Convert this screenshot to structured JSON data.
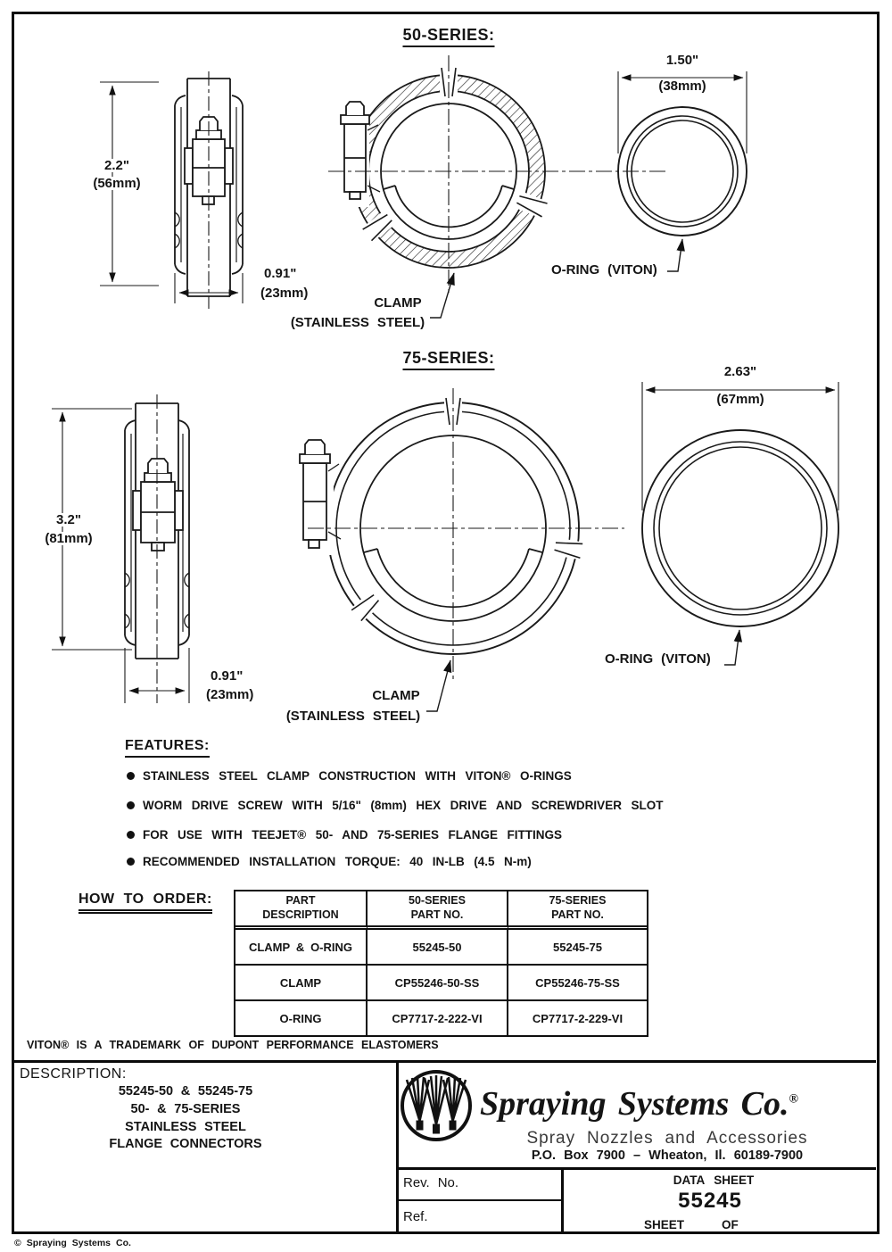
{
  "series50": {
    "title": "50-SERIES:",
    "dim_height_in": "2.2\"",
    "dim_height_mm": "(56mm)",
    "dim_width_in": "0.91\"",
    "dim_width_mm": "(23mm)",
    "clamp_label_line1": "CLAMP",
    "clamp_label_line2": "(STAINLESS STEEL)",
    "oring_label": "O-RING (VITON)",
    "oring_dim_in": "1.50\"",
    "oring_dim_mm": "(38mm)"
  },
  "series75": {
    "title": "75-SERIES:",
    "dim_height_in": "3.2\"",
    "dim_height_mm": "(81mm)",
    "dim_width_in": "0.91\"",
    "dim_width_mm": "(23mm)",
    "clamp_label_line1": "CLAMP",
    "clamp_label_line2": "(STAINLESS STEEL)",
    "oring_label": "O-RING (VITON)",
    "oring_dim_in": "2.63\"",
    "oring_dim_mm": "(67mm)"
  },
  "features": {
    "heading": "FEATURES:",
    "items": [
      "STAINLESS STEEL CLAMP CONSTRUCTION WITH VITON® O-RINGS",
      "WORM DRIVE SCREW WITH 5/16\" (8mm) HEX DRIVE AND SCREWDRIVER SLOT",
      "FOR USE WITH TEEJET® 50- AND 75-SERIES FLANGE FITTINGS",
      "RECOMMENDED INSTALLATION TORQUE: 40 IN-LB (4.5 N-m)"
    ]
  },
  "how_to_order": {
    "heading": "HOW TO ORDER:",
    "table": {
      "headers": [
        [
          "PART",
          "DESCRIPTION"
        ],
        [
          "50-SERIES",
          "PART NO."
        ],
        [
          "75-SERIES",
          "PART NO."
        ]
      ],
      "rows": [
        [
          "CLAMP & O-RING",
          "55245-50",
          "55245-75"
        ],
        [
          "CLAMP",
          "CP55246-50-SS",
          "CP55246-75-SS"
        ],
        [
          "O-RING",
          "CP7717-2-222-VI",
          "CP7717-2-229-VI"
        ]
      ]
    }
  },
  "trademark_note": "VITON® IS A TRADEMARK OF DUPONT PERFORMANCE ELASTOMERS",
  "title_block": {
    "description_label": "DESCRIPTION:",
    "description_lines": [
      "55245-50 & 55245-75",
      "50- & 75-SERIES",
      "STAINLESS STEEL",
      "FLANGE CONNECTORS"
    ],
    "company_name": "Spraying Systems Co.",
    "registered_mark": "®",
    "tagline": "Spray Nozzles and Accessories",
    "address": "P.O. Box 7900 – Wheaton, Il. 60189-7900",
    "rev_label": "Rev. No.",
    "ref_label": "Ref.",
    "data_sheet_label": "DATA SHEET",
    "data_sheet_number": "55245",
    "sheet_label": "SHEET",
    "of_label": "OF"
  },
  "footer_copyright": "© Spraying Systems Co."
}
